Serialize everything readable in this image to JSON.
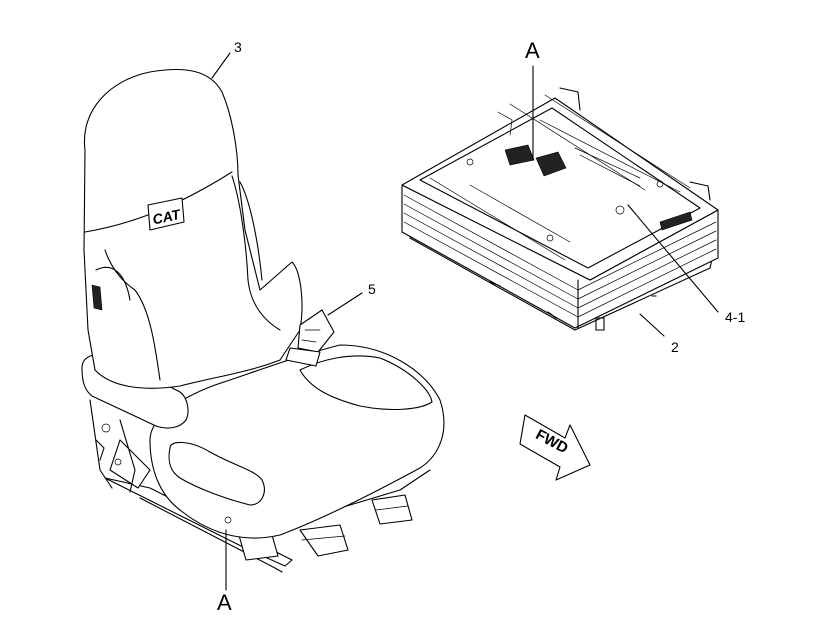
{
  "callouts": {
    "seat": "3",
    "belt": "5",
    "suspension": "2",
    "bolt": "4-1",
    "view_a_top": "A",
    "view_a_bottom": "A"
  },
  "seat_logo": "CAT",
  "direction_arrow": "FWD"
}
